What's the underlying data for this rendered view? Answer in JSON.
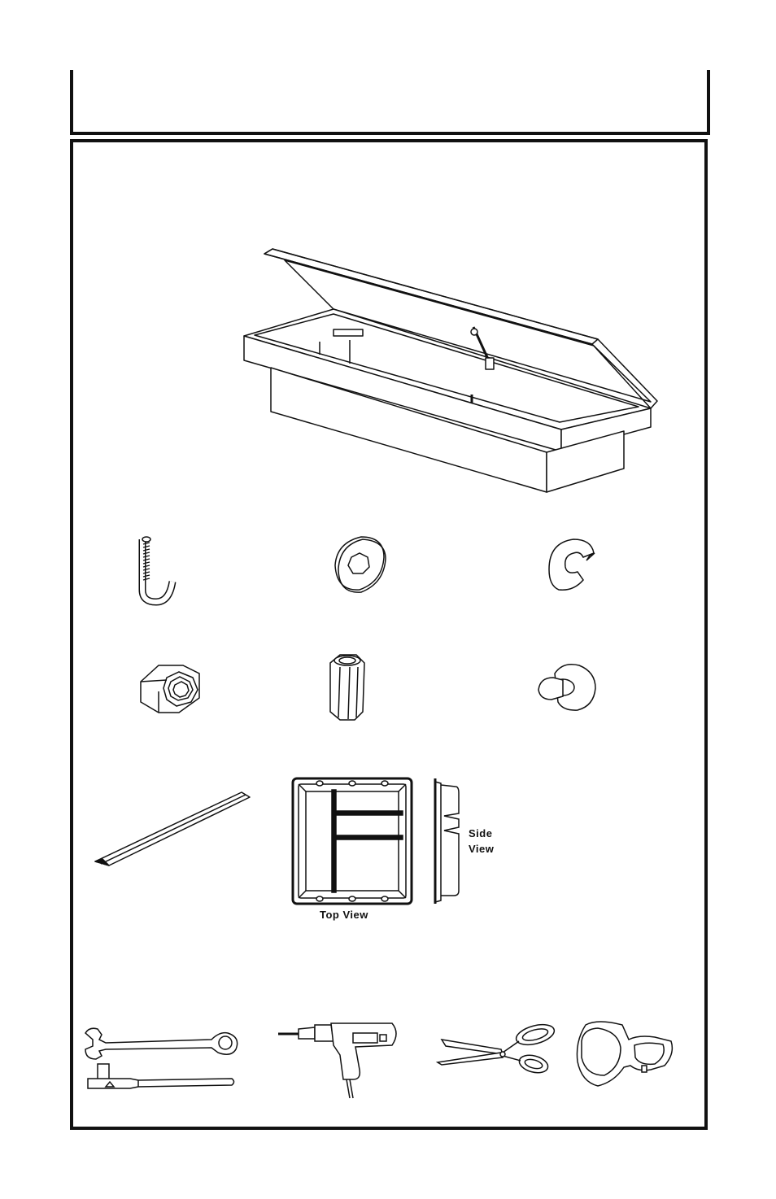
{
  "tray": {
    "top_view_label": "Top View",
    "side_view_label_line1": "Side",
    "side_view_label_line2": "View"
  },
  "icons": {
    "toolbox": "toolbox-illustration",
    "j_bolt": "j-bolt-icon",
    "flat_washer": "flat-washer-icon",
    "lock_washer": "lock-washer-icon",
    "hex_nut": "hex-nut-icon",
    "rivet_nut": "rivet-nut-icon",
    "bumper": "rubber-bumper-icon",
    "strip": "foam-strip-icon",
    "tray": "tray-top-view-icon",
    "tray_side": "tray-side-view-icon",
    "wrenches": "wrench-icon",
    "drill": "drill-icon",
    "scissors": "scissors-icon",
    "goggles": "safety-goggles-icon"
  },
  "colors": {
    "ink": "#111111",
    "paper": "#ffffff"
  }
}
